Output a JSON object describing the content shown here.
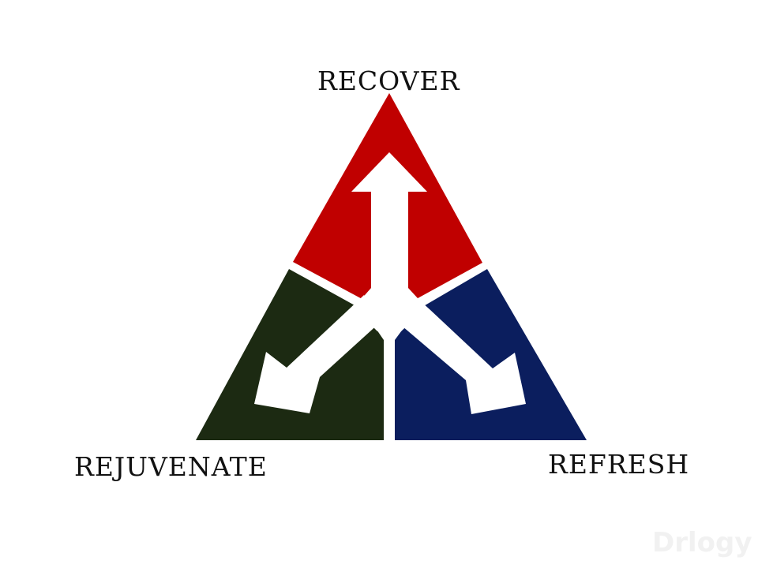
{
  "labels": {
    "top": "RECOVER",
    "left": "REJUVENATE",
    "right": "REFRESH"
  },
  "watermark": "Drlogy",
  "colors": {
    "top_segment": "#c00000",
    "left_segment": "#1c2a12",
    "right_segment": "#0b1e5e",
    "arrows": "#ffffff",
    "text": "#111111"
  }
}
